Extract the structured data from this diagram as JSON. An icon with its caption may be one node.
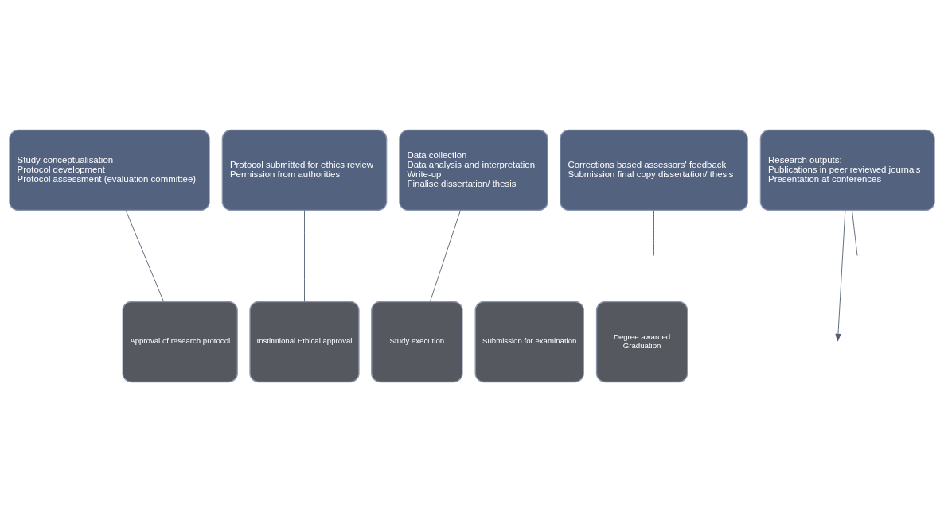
{
  "diagram": {
    "nodes": [
      {
        "text": [
          "Study conceptualisation",
          "Protocol development",
          "Protocol assessment (evaluation committee)"
        ]
      },
      {
        "text": [
          "Protocol submitted for ethics review",
          "Permission from authorities"
        ]
      },
      {
        "text": [
          "Data collection",
          "Data analysis and interpretation",
          "Write-up",
          "Finalise dissertation/ thesis"
        ]
      },
      {
        "text": [
          "Corrections based assessors' feedback",
          "Submission final copy dissertation/ thesis"
        ]
      },
      {
        "text": [
          "Research outputs:",
          "Publications in peer reviewed journals",
          "Presentation at conferences"
        ]
      },
      {
        "text": [
          "Approval of research protocol"
        ]
      },
      {
        "text": [
          "Institutional Ethical approval"
        ]
      },
      {
        "text": [
          "Study execution"
        ]
      },
      {
        "text": [
          "Submission for examination"
        ]
      },
      {
        "text": [
          "Degree awarded",
          "Graduation"
        ]
      }
    ],
    "edges": [
      {
        "from": 0,
        "to": 5,
        "arrow": "none"
      },
      {
        "from": 1,
        "to": 6,
        "arrow": "none"
      },
      {
        "from": 2,
        "to": 7,
        "arrow": "none"
      },
      {
        "from": 3,
        "to": null,
        "arrow": "none"
      },
      {
        "from": 4,
        "to": null,
        "arrow": "to"
      },
      {
        "from": 4,
        "to": null,
        "arrow": "none"
      }
    ]
  }
}
